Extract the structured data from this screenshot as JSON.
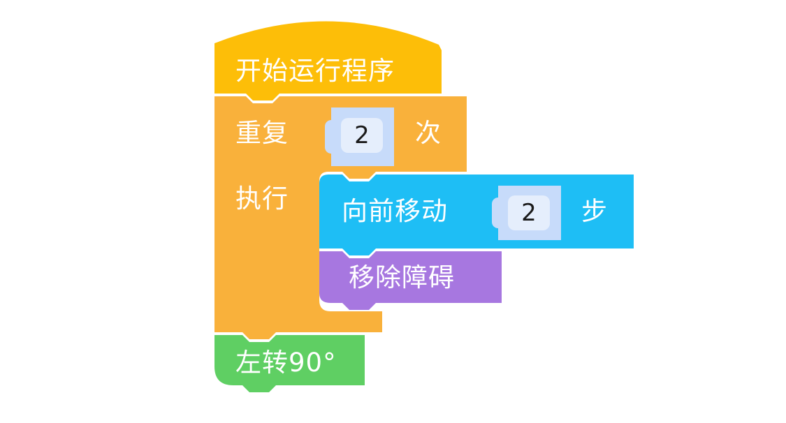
{
  "colors": {
    "event_yellow": "#fdbe08",
    "control_orange": "#f9b13b",
    "motion_blue": "#1ebef5",
    "looks_purple": "#a777e0",
    "turn_green": "#5fcf63",
    "slot_fill": "#c7dbfa",
    "input_fill": "#e5eefc"
  },
  "blocks": {
    "start": {
      "label": "开始运行程序"
    },
    "repeat": {
      "label": "重复",
      "times": "2",
      "suffix": "次",
      "do_label": "执行"
    },
    "move_forward": {
      "label": "向前移动",
      "steps": "2",
      "suffix": "步"
    },
    "remove_obstacle": {
      "label": "移除障碍"
    },
    "turn_left": {
      "label": "左转90°"
    }
  }
}
